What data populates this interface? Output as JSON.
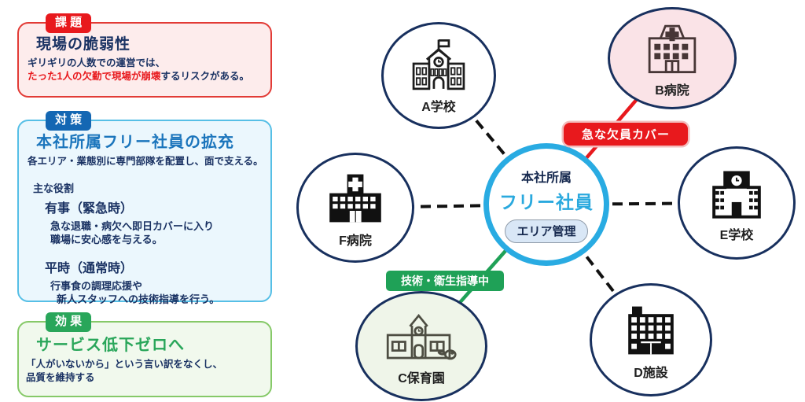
{
  "panels": {
    "issue": {
      "badge": "課 題",
      "title": "現場の脆弱性",
      "line1": "ギリギリの人数での運営では、",
      "line2_red": "たった1人の欠勤で現場が崩壊",
      "line2_rest": "するリスクがある。"
    },
    "measure": {
      "badge": "対 策",
      "title": "本社所属フリー社員の拡充",
      "subtitle": "各エリア・業態別に専門部隊を配置し、面で支える。",
      "roles_heading": "主な役割",
      "emergency_heading": "有事（緊急時）",
      "emergency_line1": "急な退職・病欠へ即日カバーに入り",
      "emergency_line2": "職場に安心感を与える。",
      "normal_heading": "平時（通常時）",
      "normal_line1": "行事食の調理応援や",
      "normal_line2": "新人スタッフへの技術指導を行う。"
    },
    "effect": {
      "badge": "効 果",
      "title": "サービス低下ゼロへ",
      "line1": "「人がいないから」という言い訳をなくし、",
      "line2": "品質を維持する"
    }
  },
  "diagram": {
    "center": {
      "top_label": "本社所属",
      "main_label": "フリー社員",
      "pill_label": "エリア管理"
    },
    "nodes": {
      "a": {
        "label": "A学校",
        "icon": "school-outline-icon"
      },
      "b": {
        "label": "B病院",
        "icon": "hospital-outline-icon"
      },
      "c": {
        "label": "C保育園",
        "icon": "nursery-outline-icon"
      },
      "d": {
        "label": "D施設",
        "icon": "office-solid-icon"
      },
      "e": {
        "label": "E学校",
        "icon": "school-solid-icon"
      },
      "f": {
        "label": "F病院",
        "icon": "hospital-solid-icon"
      }
    },
    "edge_labels": {
      "red": "急な欠員カバー",
      "green": "技術・衛生指導中"
    }
  },
  "colors": {
    "issue_red": "#e8191d",
    "measure_blue": "#1467b3",
    "measure_title_blue": "#1b75bc",
    "effect_green": "#29a65a",
    "center_cyan": "#29abe2",
    "navy_text": "#1a3263",
    "node_border_navy": "#18305e",
    "b_node_pink": "#fae3e7",
    "c_node_green": "#eff5e9",
    "edge_red": "#e8191d",
    "edge_green": "#1fa157"
  }
}
